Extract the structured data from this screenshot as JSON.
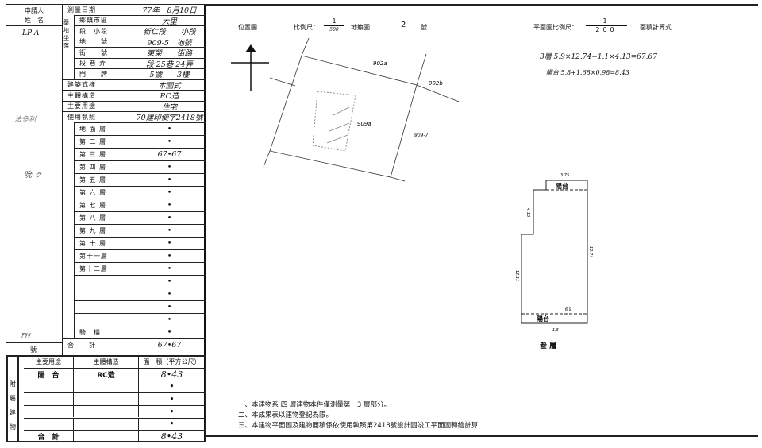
{
  "applicant": {
    "label1": "申請人",
    "label2": "姓　名",
    "name": "LP A",
    "smudge1": "法多利",
    "smudge2": "吮 ㇰ",
    "bldg_no": "ｱｻｻ",
    "bldg_no_label": "號"
  },
  "site_label": "基地坐落",
  "info_rows": [
    {
      "label": "測量日期",
      "value": "77年　8月10日"
    },
    {
      "label": "鄉鎮市區",
      "value": "大里"
    },
    {
      "label": "段　小段",
      "value": "新仁段　　小段"
    },
    {
      "label": "地　　號",
      "value": "909-5　地號"
    },
    {
      "label": "街　　號",
      "value": "東榮　　街路"
    },
    {
      "label": "段 巷 弄",
      "value": "段 25巷 24弄"
    },
    {
      "label": "門　　牌",
      "value": "5號　　3樓"
    },
    {
      "label": "建築式樣",
      "value": "本國式"
    },
    {
      "label": "主體構造",
      "value": "RC造"
    },
    {
      "label": "主要用途",
      "value": "住宅"
    },
    {
      "label": "使用執照",
      "value": "70建印使字2418號"
    }
  ],
  "floor_rows": [
    {
      "label": "地 面 層",
      "value": "•"
    },
    {
      "label": "第 二 層",
      "value": "•"
    },
    {
      "label": "第 三 層",
      "value": "67•67"
    },
    {
      "label": "第 四 層",
      "value": "•"
    },
    {
      "label": "第 五 層",
      "value": "•"
    },
    {
      "label": "第 六 層",
      "value": "•"
    },
    {
      "label": "第 七 層",
      "value": "•"
    },
    {
      "label": "第 八 層",
      "value": "•"
    },
    {
      "label": "第 九 層",
      "value": "•"
    },
    {
      "label": "第 十 層",
      "value": "•"
    },
    {
      "label": "第十一層",
      "value": "•"
    },
    {
      "label": "第十二層",
      "value": "•"
    },
    {
      "label": "",
      "value": "•"
    },
    {
      "label": "",
      "value": "•"
    },
    {
      "label": "",
      "value": "•"
    },
    {
      "label": "",
      "value": "•"
    },
    {
      "label": "騎　樓",
      "value": "•"
    },
    {
      "label": "合　　計",
      "value": "67•67"
    }
  ],
  "accessory": {
    "side_label": "附屬建物",
    "headers": [
      "主要用途",
      "主體構造",
      "面　積（平方公尺）"
    ],
    "rows": [
      [
        "陽　台",
        "RC造",
        "8•43"
      ],
      [
        "",
        "",
        "•"
      ],
      [
        "",
        "",
        "•"
      ],
      [
        "",
        "",
        "•"
      ],
      [
        "",
        "",
        "•"
      ]
    ],
    "total": [
      "合　計",
      "",
      "8•43"
    ]
  },
  "right": {
    "location_map": "位置圖",
    "scale_label": "比例尺：",
    "scale_num": "1",
    "scale_den": "500",
    "cadastral": "地籍圖",
    "cadastral_no": "2",
    "no_label": "號",
    "plan_scale_label": "平面圖比例尺：",
    "plan_scale_num": "1",
    "plan_scale_den": "200",
    "area_formula_label": "面積計算式",
    "formula1": "3層 5.9×12.74−1.1×4.13=67.67",
    "formula2": "陽台 5.8+1.68×0.98=8.43",
    "parcels": [
      "902a",
      "902b",
      "909a",
      "909-7"
    ],
    "plan": {
      "top_dim": "3.75",
      "top_label": "陽台",
      "bottom_label": "陽台",
      "bottom_dim": "6.9",
      "base_dim": "1.5",
      "left_dim": "12.11",
      "right_dim": "12.74",
      "upper_left_dim": "4.13",
      "floor_title": "叁 層"
    },
    "notes": [
      "一、本建物系 四 層建物本件僅測量第　3 層部分。",
      "二、本成果表以建物登記為限。",
      "三、本建物平面圖及建物面積係依使用執照第2418號設計圖竣工平面圖轉繪計算"
    ]
  }
}
